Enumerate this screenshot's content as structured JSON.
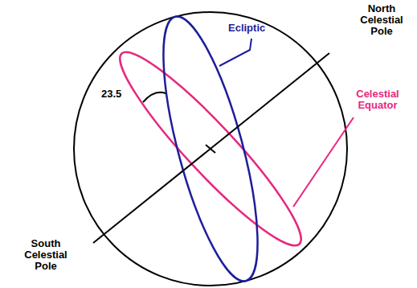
{
  "diagram": {
    "labels": [
      "North Celestial Pole",
      "Ecliptic",
      "23.5",
      "Celestial Equator",
      "South Celestial Pole"
    ]
  }
}
